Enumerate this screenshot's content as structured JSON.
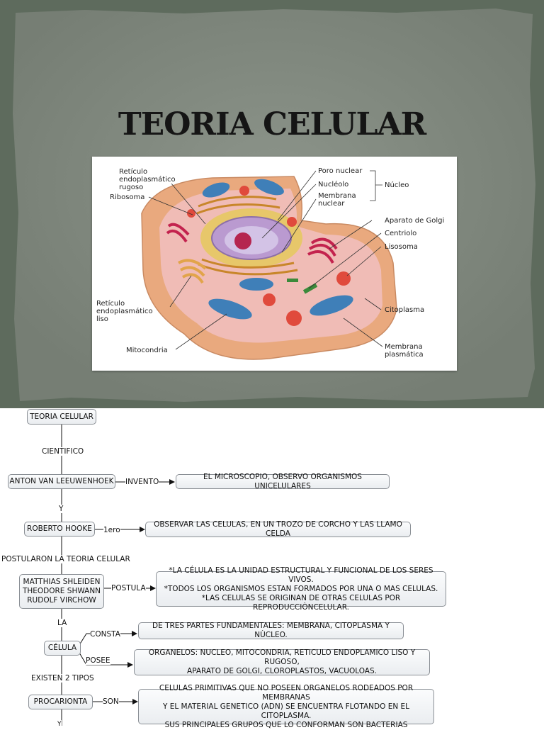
{
  "slide": {
    "title": "TEORIA CELULAR",
    "diagram_labels": {
      "reticulo_rugoso": [
        "Retículo",
        "endoplasmático",
        "rugoso"
      ],
      "ribosoma": "Ribosoma",
      "poro_nuclear": "Poro nuclear",
      "nucleolo": "Nucléolo",
      "membrana_nuclear": [
        "Membrana",
        "nuclear"
      ],
      "nucleo": "Núcleo",
      "aparato_golgi": "Aparato de Golgi",
      "centriolo": "Centriolo",
      "lisosoma": "Lisosoma",
      "reticulo_liso": [
        "Retículo",
        "endoplasmático",
        "liso"
      ],
      "citoplasma": "Citoplasma",
      "mitocondria": "Mitocondria",
      "membrana_plasmatica": [
        "Membrana",
        "plasmática"
      ]
    }
  },
  "concept_map": {
    "nodes": {
      "teoria": "TEORIA CELULAR",
      "anton": "ANTON VAN LEEUWENHOEK",
      "microscopio": "EL MICROSCOPIO, OBSERVO ORGANISMOS UNICELULARES",
      "hooke": "ROBERTO HOOKE",
      "observar": "OBSERVAR LAS CELULAS, EN UN TROZO DE CORCHO Y LAS LLAMO CELDA",
      "cientificos": "MATTHIAS SHLEIDEN\nTHEODORE SHWANN\nRUDOLF VIRCHOW",
      "postulados": "*LA CÉLULA ES LA UNIDAD ESTRUCTURAL Y FUNCIONAL DE LOS SERES VIVOS.\n*TODOS LOS ORGANISMOS ESTAN FORMADOS POR UNA O MAS CELULAS.\n*LAS CELULAS SE ORIGINAN DE OTRAS CELULAS POR REPRODUCCIÒNCELULAR.",
      "celula": "CÉLULA",
      "partes": "DE TRES PARTES FUNDAMENTALES: MEMBRANA, CITOPLASMA Y NÙCLEO.",
      "organelos": "ORGANELOS: NUCLEO, MITOCONDRIA, RETICULO ENDOPLAMICO LISO Y RUGOSO,\nAPARATO DE GOLGI, CLOROPLASTOS, VACUOLOAS.",
      "procarionta": "PROCARIONTA",
      "primitivas": "CELULAS PRIMITIVAS QUE NO POSEEN ORGANELOS RODEADOS POR MEMBRANAS\nY EL MATERIAL GENETICO (ADN) SE ENCUENTRA FLOTANDO EN EL CITOPLASMA.\nSUS PRINCIPALES GRUPOS QUE LO CONFORMAN SON BACTERIAS"
    },
    "links": {
      "cientifico": "CIENTIFICO",
      "invento": "INVENTO",
      "y1": "Y",
      "primero": "1ero",
      "postularon": "POSTULARON LA TEORIA CELULAR",
      "postula": "POSTULA",
      "la": "LA",
      "consta": "CONSTA",
      "posee": "POSEE",
      "existen": "EXISTEN 2 TIPOS",
      "son": "SON",
      "y2": "Y"
    }
  }
}
